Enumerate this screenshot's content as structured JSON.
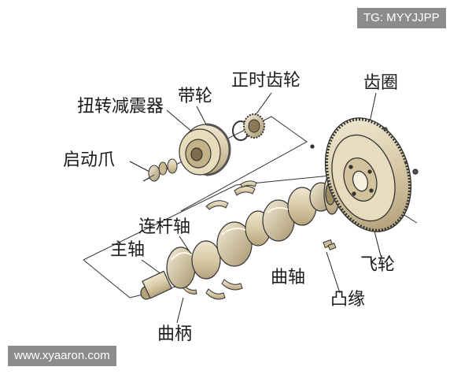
{
  "watermark_top": "TG: MYYJJPP",
  "watermark_bottom": "www.xyaaron.com",
  "labels": {
    "timing_gear": "正时齿轮",
    "belt_pulley": "带轮",
    "torsional_damper": "扭转减震器",
    "starting_claw": "启动爪",
    "ring_gear": "齿圈",
    "crankpin": "连杆轴",
    "main_journal": "主轴",
    "crankshaft": "曲轴",
    "flywheel": "飞轮",
    "flange": "凸缘",
    "crank_web": "曲柄"
  }
}
